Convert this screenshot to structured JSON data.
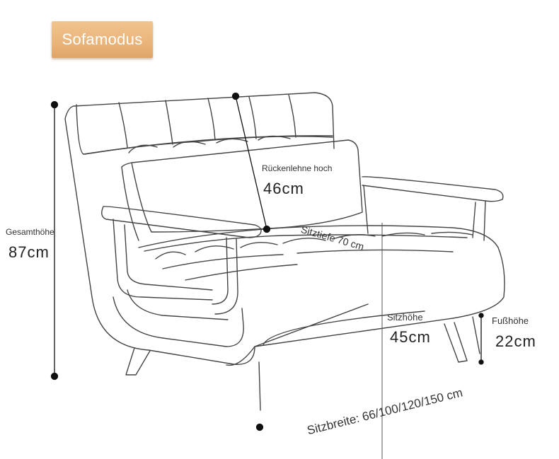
{
  "mode_badge": "Sofamodus",
  "labels": {
    "backrest_height": "Rückenlehne hoch",
    "backrest_height_value": "46cm",
    "seat_depth": "Sitztiefe 70 cm",
    "total_height": "Gesamthöhe",
    "total_height_value": "87cm",
    "seat_height": "Sitzhöhe",
    "seat_height_value": "45cm",
    "foot_height": "Fußhöhe",
    "foot_height_value": "22cm",
    "seat_width": "Sitzbreite: 66/100/120/150 cm"
  },
  "colors": {
    "badge": "#e9b47a",
    "line": "#444444",
    "dimension": "#111111"
  }
}
